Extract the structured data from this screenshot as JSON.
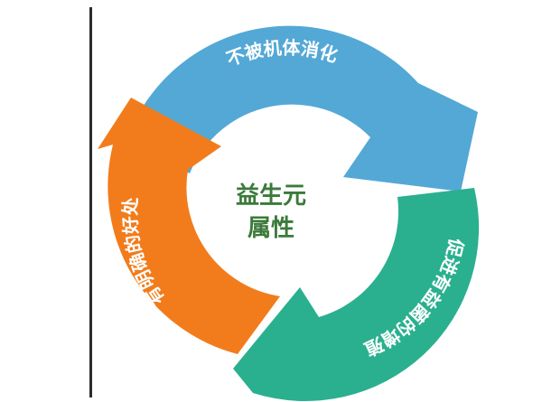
{
  "center": {
    "line1": "益生元",
    "line2": "属性"
  },
  "segments": [
    {
      "label": "不被机体消化",
      "color": "#54a8d6"
    },
    {
      "label": "促进有益菌的增殖",
      "color": "#2ab08f"
    },
    {
      "label": "有明确的好处",
      "color": "#f27c1c"
    }
  ]
}
